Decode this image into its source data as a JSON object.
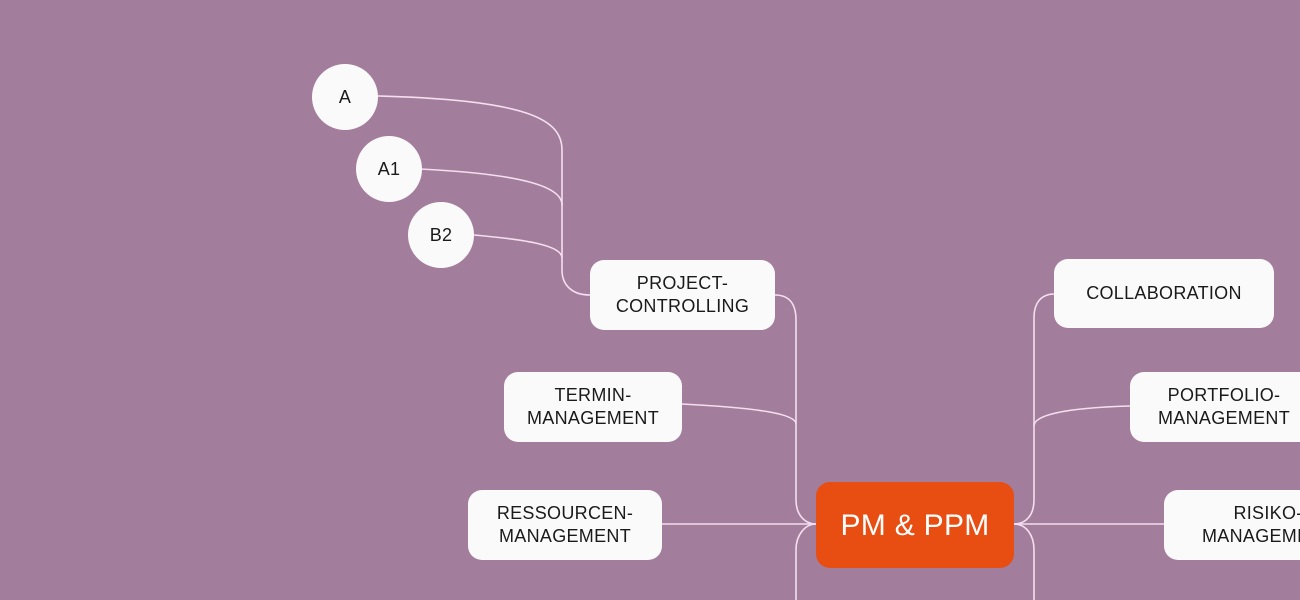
{
  "mindmap": {
    "root": {
      "label": "PM & PPM"
    },
    "left": {
      "project_controlling": {
        "label": "PROJECT-\nCONTROLLING"
      },
      "termin_management": {
        "label": "TERMIN-\nMANAGEMENT"
      },
      "ressourcen_management": {
        "label": "RESSOURCEN-\nMANAGEMENT"
      }
    },
    "right": {
      "collaboration": {
        "label": "COLLABORATION"
      },
      "portfolio_management": {
        "label": "PORTFOLIO-\nMANAGEMENT"
      },
      "risiko_management": {
        "label": "RISIKO-\nMANAGEMENT"
      }
    },
    "leaves": [
      {
        "label": "A"
      },
      {
        "label": "A1"
      },
      {
        "label": "B2"
      }
    ]
  }
}
